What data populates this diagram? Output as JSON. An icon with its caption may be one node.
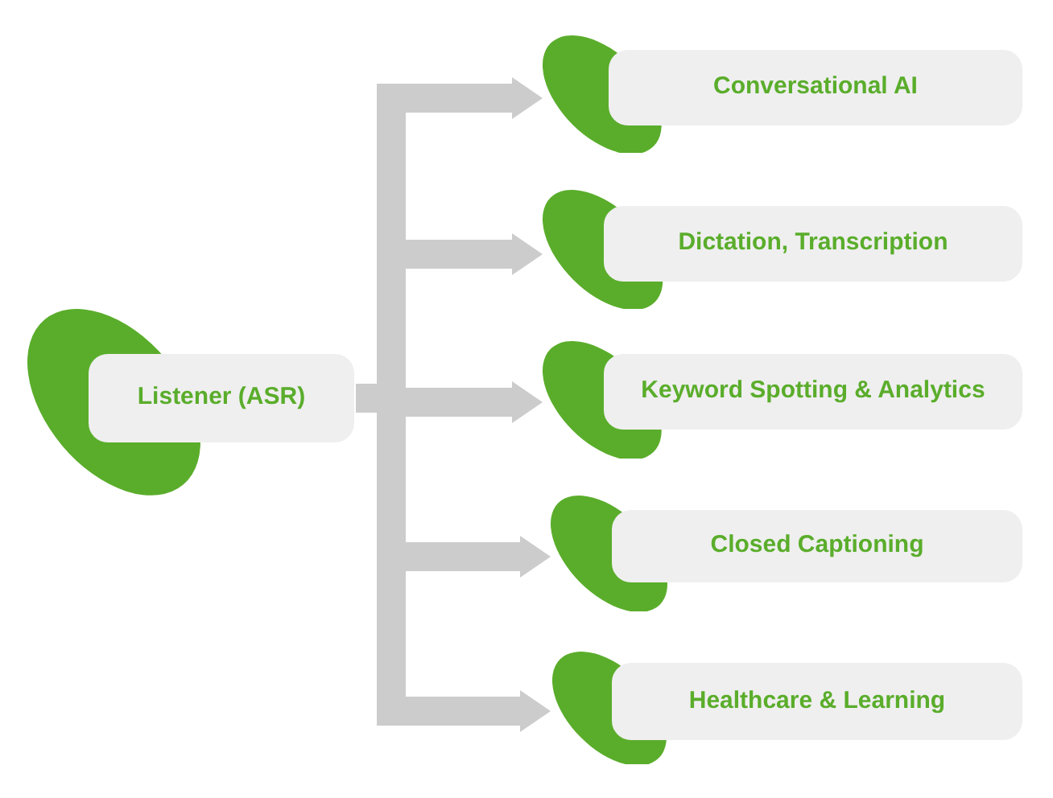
{
  "diagram": {
    "nodes": [
      {
        "text": [
          "Listener (ASR)"
        ]
      },
      {
        "text": [
          "Conversational AI"
        ]
      },
      {
        "text": [
          "Dictation, Transcription"
        ]
      },
      {
        "text": [
          "Keyword Spotting & Analytics"
        ]
      },
      {
        "text": [
          "Closed Captioning"
        ]
      },
      {
        "text": [
          "Healthcare & Learning"
        ]
      }
    ],
    "edges": [
      {
        "from": 0,
        "to": 1,
        "arrow": "to"
      },
      {
        "from": 0,
        "to": 2,
        "arrow": "to"
      },
      {
        "from": 0,
        "to": 3,
        "arrow": "to"
      },
      {
        "from": 0,
        "to": 4,
        "arrow": "to"
      },
      {
        "from": 0,
        "to": 5,
        "arrow": "to"
      }
    ]
  }
}
